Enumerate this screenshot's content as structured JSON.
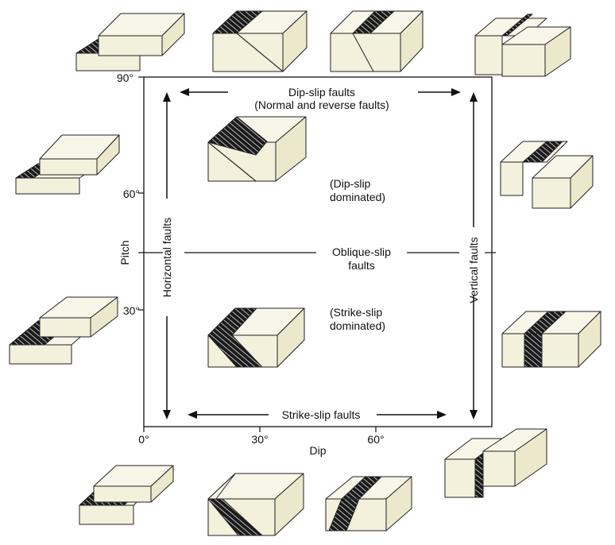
{
  "diagram": {
    "axes": {
      "x_label": "Dip",
      "y_label": "Pitch",
      "x_ticks": [
        "0°",
        "30°",
        "60°"
      ],
      "y_ticks": [
        "90°",
        "60°",
        "30°"
      ]
    },
    "labels": {
      "dip_slip_line1": "Dip-slip faults",
      "dip_slip_line2": "(Normal and reverse faults)",
      "dip_dom_line1": "(Dip-slip",
      "dip_dom_line2": "dominated)",
      "oblique_line1": "Oblique-slip",
      "oblique_line2": "faults",
      "strike_dom_line1": "(Strike-slip",
      "strike_dom_line2": "dominated)",
      "horizontal": "Horizontal faults",
      "vertical": "Vertical faults",
      "strike_slip": "Strike-slip faults"
    },
    "colors": {
      "block_fill": "#f3f0dc",
      "block_top": "#f8f6e8",
      "fault_plane": "#1a1a1a",
      "line": "#111111"
    }
  }
}
